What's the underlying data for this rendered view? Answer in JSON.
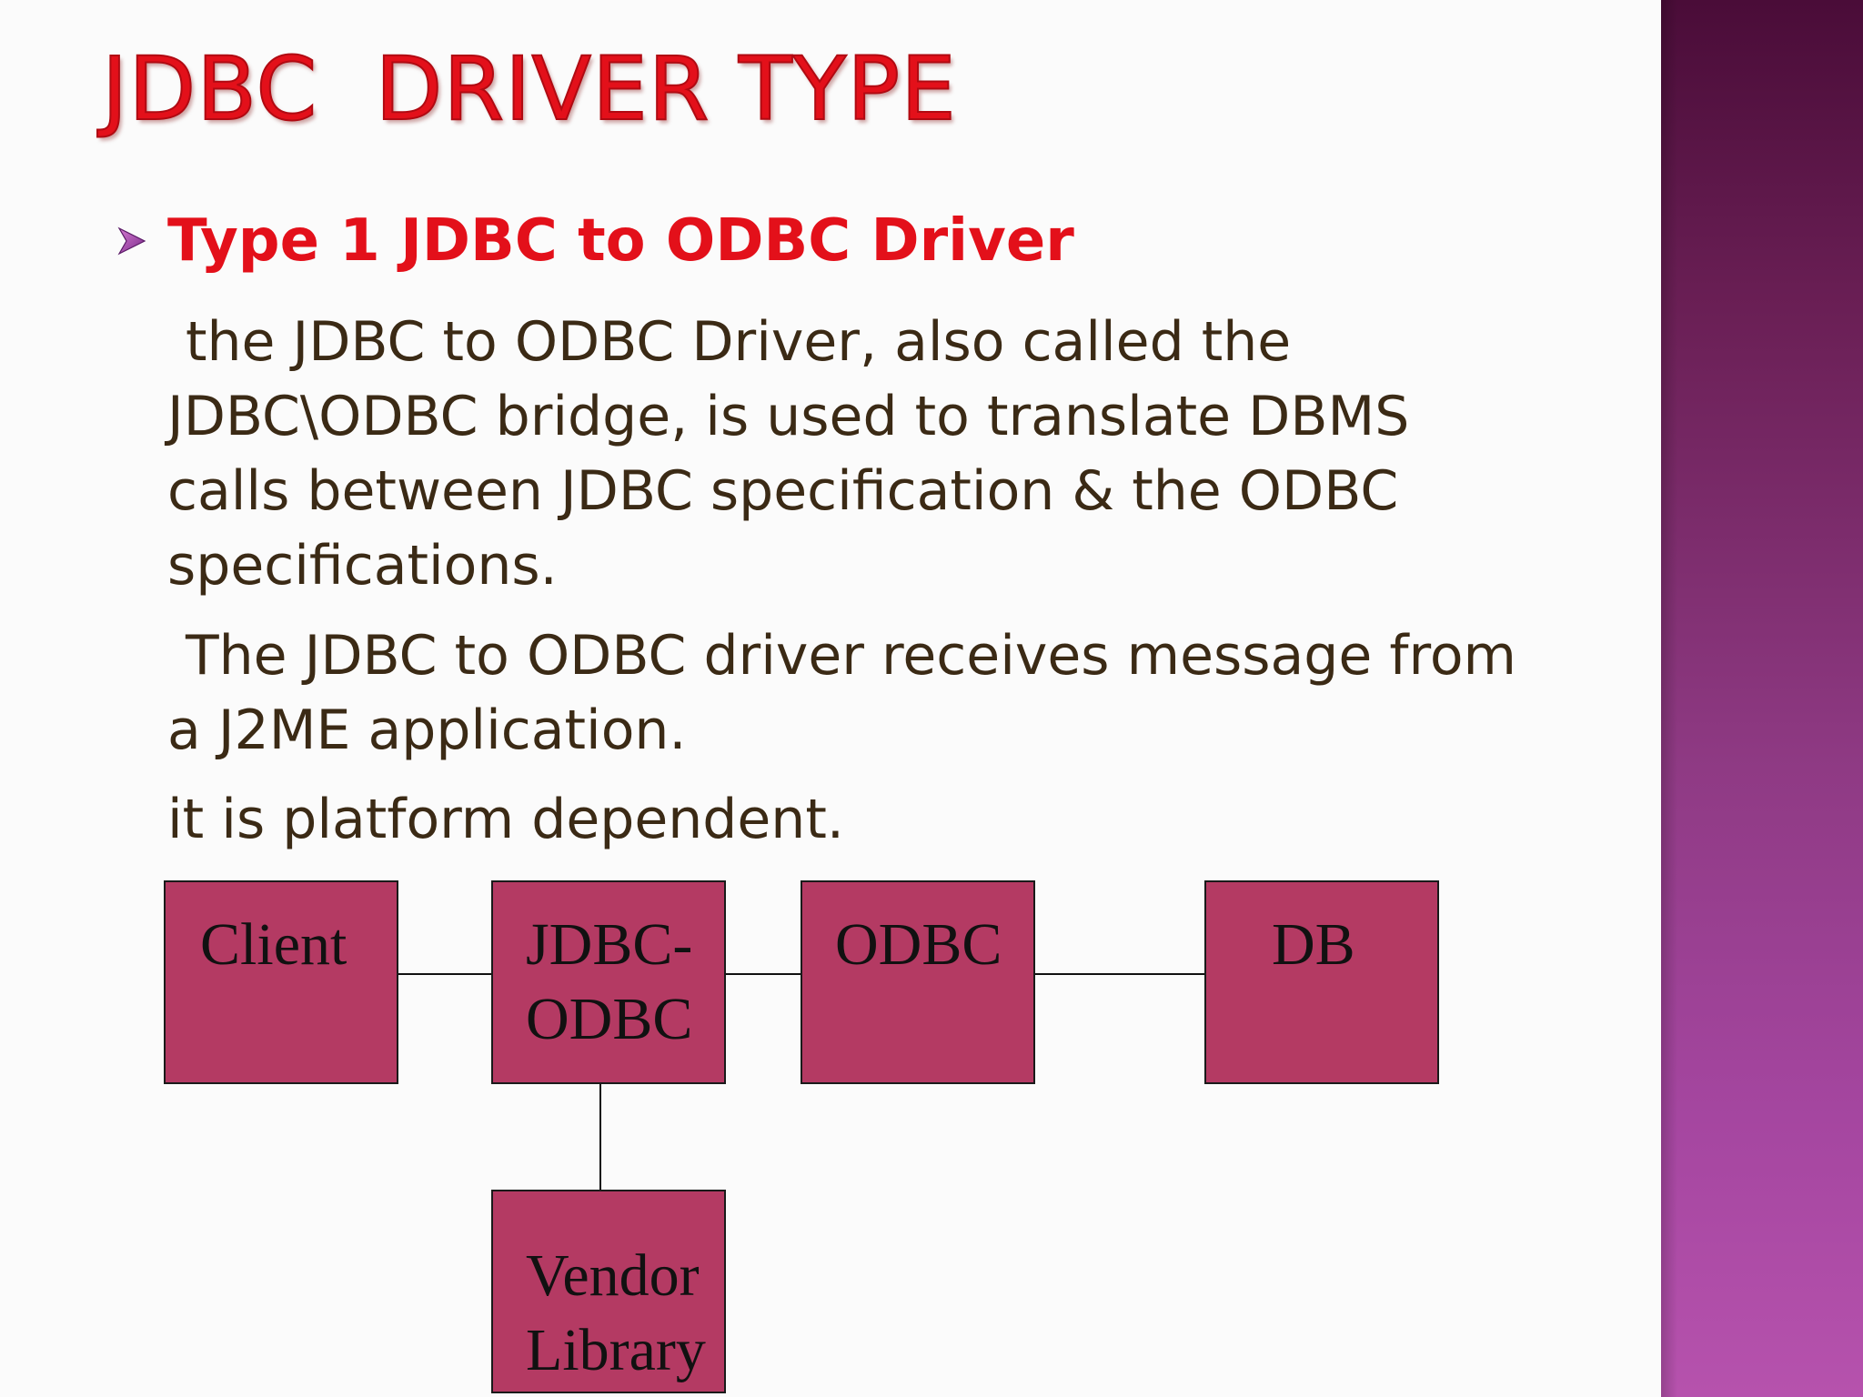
{
  "slide": {
    "title": "JDBC  DRIVER TYPE",
    "heading": "Type 1 JDBC to ODBC Driver",
    "paragraphs": {
      "p1_line1": "the JDBC to ODBC Driver, also called the",
      "p1_rest": "JDBC\\ODBC bridge, is used to translate DBMS calls between JDBC specification & the ODBC specifications.",
      "p2_line1": "The JDBC to ODBC driver receives message from",
      "p2_rest": "a J2ME application.",
      "p3": "it is platform dependent."
    },
    "bullet_icon": "arrow-bullet-icon",
    "colors": {
      "title": "#e3101a",
      "body_text": "#3b2a15",
      "box_fill": "#b43a63",
      "side_band": "#8f3a84"
    }
  },
  "diagram": {
    "client": "Client",
    "jdbc_odbc_l1": "JDBC-",
    "jdbc_odbc_l2": "ODBC",
    "odbc": "ODBC",
    "db": "DB",
    "vendor_l1": "Vendor",
    "vendor_l2": "Library"
  }
}
